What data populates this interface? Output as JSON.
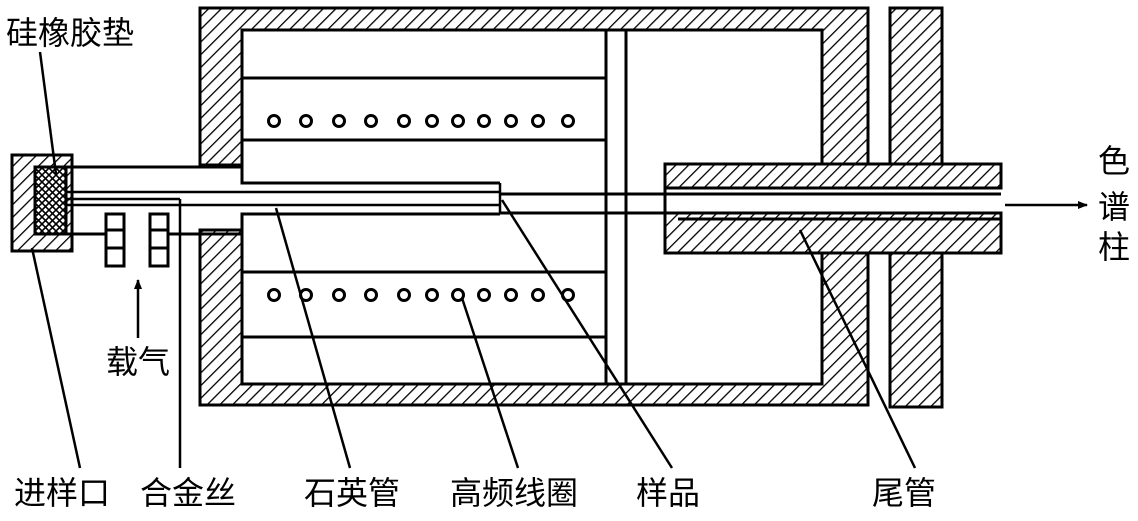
{
  "labels": {
    "gasket": "硅橡胶垫",
    "carrier_gas": "载气",
    "inlet": "进样口",
    "alloy_wire": "合金丝",
    "quartz_tube": "石英管",
    "hf_coil": "高频线圈",
    "sample": "样品",
    "tail_tube": "尾管",
    "column": [
      "色",
      "谱",
      "柱"
    ]
  },
  "coil_turns_per_row": 11
}
